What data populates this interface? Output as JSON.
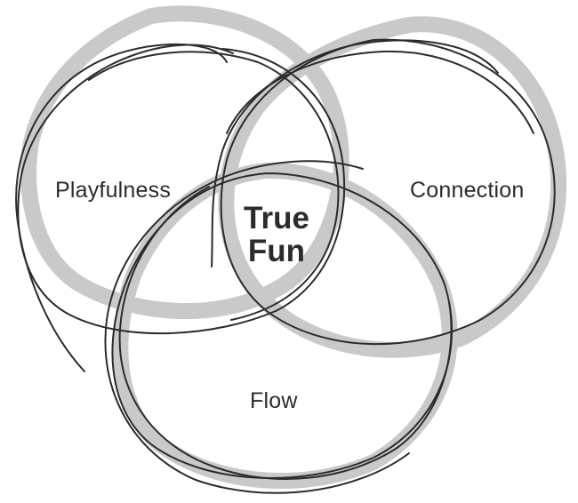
{
  "diagram": {
    "sets": [
      {
        "id": "playfulness",
        "label": "Playfulness"
      },
      {
        "id": "connection",
        "label": "Connection"
      },
      {
        "id": "flow",
        "label": "Flow"
      }
    ],
    "intersection": {
      "line1": "True",
      "line2": "Fun"
    },
    "colors": {
      "ink": "#2b2b2b",
      "shade": "#c9c9c9",
      "background": "#ffffff"
    }
  }
}
